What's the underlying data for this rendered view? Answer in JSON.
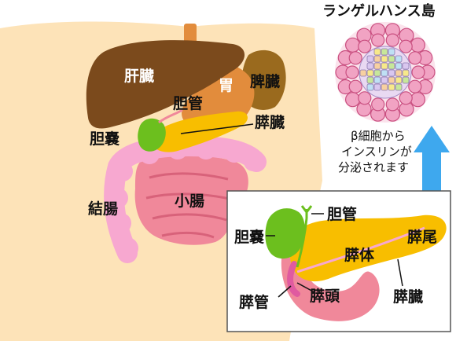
{
  "body_labels": {
    "liver": "肝臓",
    "stomach": "胃",
    "spleen": "脾臓",
    "bile_duct": "胆管",
    "gallbladder": "胆嚢",
    "pancreas": "膵臓",
    "colon": "結腸",
    "small_intestine": "小腸"
  },
  "islet": {
    "title": "ランゲルハンス島",
    "caption": [
      "β細胞から",
      "インスリンが",
      "分泌されます"
    ]
  },
  "inset_labels": {
    "bile_duct": "胆管",
    "gallbladder": "胆嚢",
    "body": "膵体",
    "tail": "膵尾",
    "duct": "膵管",
    "head": "膵頭",
    "pancreas": "膵臓"
  },
  "colors": {
    "skin": "#fde3b8",
    "liver": "#7b4a1c",
    "stomach": "#e28c3c",
    "spleen": "#9a6a1e",
    "gallbladder": "#6cbf1e",
    "pancreas": "#f8be00",
    "colon": "#f7a8d0",
    "small_intestine": "#f0889a",
    "islet_outer": "#f1a3c3",
    "arrow": "#3ea8ee"
  }
}
